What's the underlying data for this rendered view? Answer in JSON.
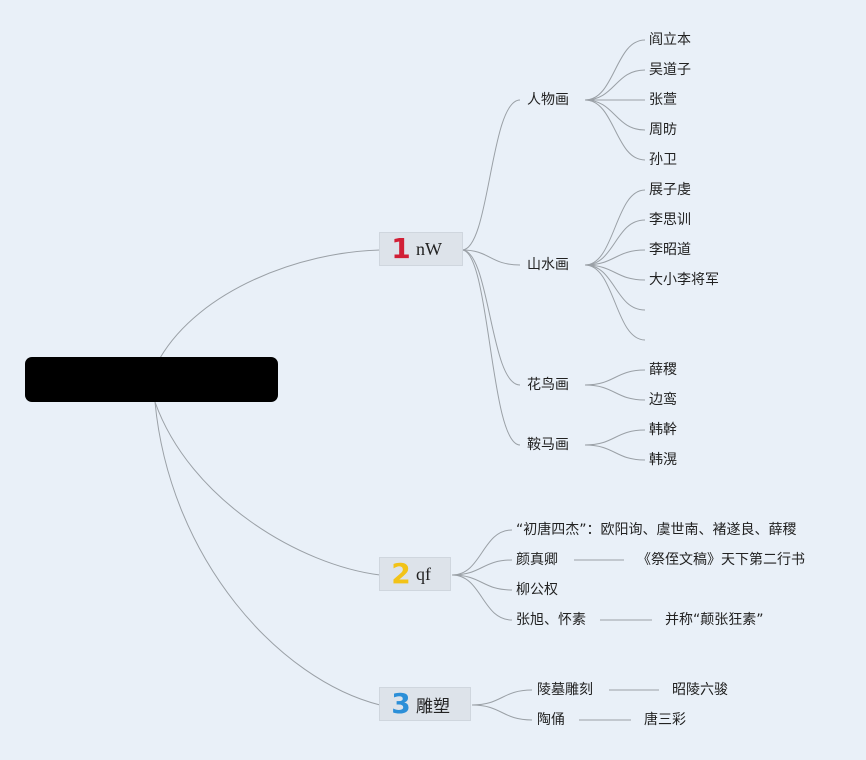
{
  "branches": [
    {
      "number": "1",
      "label": "nW",
      "number_color": "#d11f36",
      "children": [
        {
          "label": "人物画",
          "children": [
            "阎立本",
            "吴道子",
            "张萱",
            "周昉",
            "孙卫"
          ]
        },
        {
          "label": "山水画",
          "children": [
            "展子虔",
            "李思训",
            "李昭道",
            "大小李将军",
            ""
          ]
        },
        {
          "label": "花鸟画",
          "children": [
            "薛稷",
            "边鸾"
          ]
        },
        {
          "label": "鞍马画",
          "children": [
            "韩幹",
            "韩滉"
          ]
        }
      ]
    },
    {
      "number": "2",
      "label": "qf",
      "number_color": "#f2c318",
      "children": [
        {
          "label": "“初唐四杰”：欧阳询、虞世南、褚遂良、薛稷"
        },
        {
          "label": "颜真卿",
          "note": "《祭侄文稿》天下第二行书"
        },
        {
          "label": "柳公权"
        },
        {
          "label": "张旭、怀素",
          "note": "并称“颠张狂素”"
        }
      ]
    },
    {
      "number": "3",
      "label": "雕塑",
      "number_color": "#2b8fd8",
      "children": [
        {
          "label": "陵墓雕刻",
          "note": "昭陵六骏"
        },
        {
          "label": "陶俑",
          "note": "唐三彩"
        }
      ]
    }
  ]
}
